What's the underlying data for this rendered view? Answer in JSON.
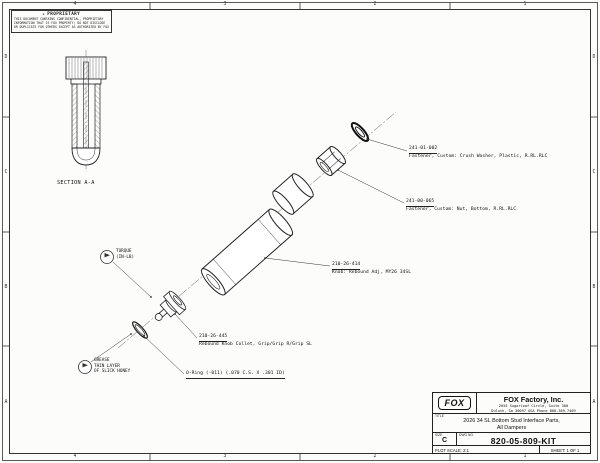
{
  "frame": {
    "zone_letters": [
      "D",
      "C",
      "B",
      "A"
    ],
    "zone_numbers": [
      "4",
      "3",
      "2",
      "1"
    ]
  },
  "proprietary": {
    "arrow": "►",
    "header": "PROPRIETARY",
    "lines": [
      "THIS DOCUMENT CONTAINS CONFIDENTIAL, PROPRIETARY",
      "INFORMATION THAT IS FOX PROPERTY; DO NOT DISCLOSE",
      "OR DUPLICATE FOR OTHERS EXCEPT AS AUTHORIZED BY FOX"
    ]
  },
  "section_view": {
    "label": "SECTION A-A"
  },
  "callouts": [
    {
      "part": "241-01-002",
      "desc": "Fastener, Custom: Crush Washer, Plastic, R.RL.RLC"
    },
    {
      "part": "241-00-065",
      "desc": "Fastener, Custom: Nut, Bottom, R.RL.RLC"
    },
    {
      "part": "210-26-414",
      "desc": "Knob: Rebound Adj, MY26 34SL"
    },
    {
      "part": "210-26-445",
      "desc": "Rebound Knob Collet, Grip/Grip R/Grip SL"
    },
    {
      "part": "O-Ring (-011) (.070 C.S. X .301 ID)",
      "desc": ""
    }
  ],
  "notes": {
    "torque": [
      "TORQUE",
      "(IN-LB)"
    ],
    "grease": [
      "GREASE",
      "THIN LAYER",
      "OF SLICK HONEY"
    ]
  },
  "title_block": {
    "logo": "FOX",
    "company": "FOX Factory, Inc.",
    "address_line1": "2055 Sugarloaf Circle, Suite 300",
    "address_line2": "Duluth, Ga 30097 USA Phone 800-369-7469",
    "title_label": "TITLE",
    "title_line1": "2026 34 SL Bottom Stud Interface Parts,",
    "title_line2": "All Dampers",
    "size_label": "SIZE",
    "size": "C",
    "dwg_label": "DWG NO.",
    "dwg_no": "820-05-809-KIT",
    "plot_scale": "PLOT SCALE: 2:1",
    "sheet": "SHEET: 1 OF 1"
  }
}
